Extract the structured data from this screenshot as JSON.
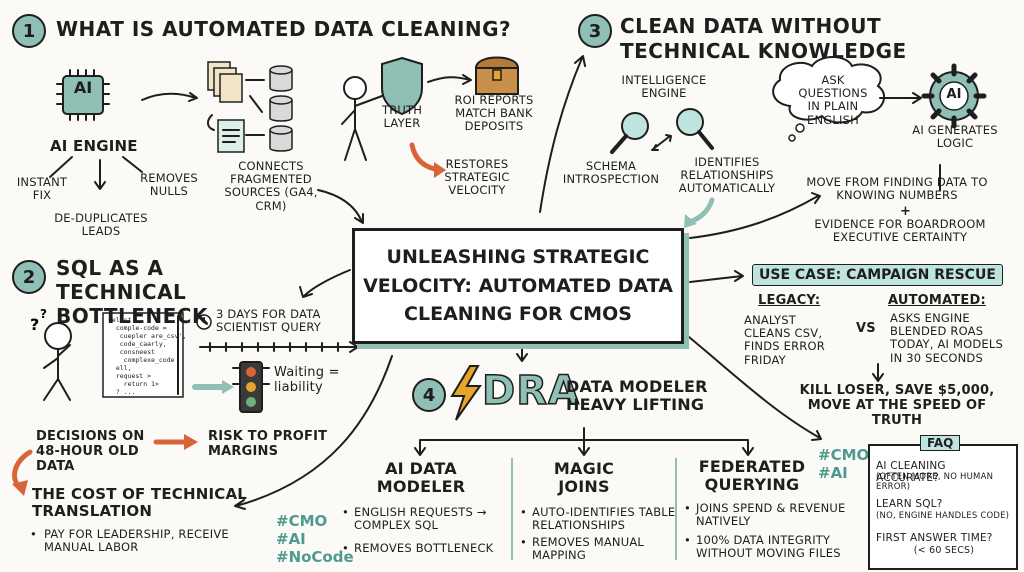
{
  "center": {
    "title": "Unleashing Strategic Velocity: Automated Data Cleaning for CMOs"
  },
  "s1": {
    "num": "1",
    "title": "What is Automated Data Cleaning?",
    "ai_chip": "AI",
    "ai_engine": "AI Engine",
    "instant_fix": "Instant Fix",
    "removes_nulls": "Removes Nulls",
    "dedupe": "De-duplicates Leads",
    "connects": "Connects Fragmented Sources (GA4, CRM)",
    "truth_layer": "Truth Layer",
    "roi": "ROI Reports Match Bank Deposits",
    "restores": "Restores Strategic Velocity"
  },
  "s2": {
    "num": "2",
    "title": "SQL as a Technical Bottleneck",
    "code": [
      "select",
      "  comple-code =",
      "   cuepler are_csv',",
      "   code_caarly,",
      "   consneest",
      "    complexe_code",
      "  ell,",
      "  request >",
      "    return 1>",
      "  ? ..."
    ],
    "days": "3 days for data scientist query",
    "waiting": "Waiting = liability",
    "decisions": "Decisions on 48-hour old data",
    "risk": "Risk to profit margins",
    "cost_title": "The Cost of Technical Translation",
    "cost_bullet": "Pay for leadership, receive manual labor"
  },
  "s3": {
    "num": "3",
    "title": "Clean Data Without Technical Knowledge",
    "intelligence": "Intelligence Engine",
    "schema": "Schema Introspection",
    "identifies": "Identifies Relationships Automatically",
    "ask": "Ask questions in plain English",
    "ai_gear": "AI",
    "ai_generates": "AI Generates Logic",
    "move": "Move from finding data to knowing numbers",
    "plus": "+",
    "evidence": "Evidence for boardroom executive certainty"
  },
  "usecase": {
    "title": "Use Case: Campaign Rescue",
    "legacy_h": "Legacy:",
    "legacy": "Analyst cleans CSV, finds error Friday",
    "vs": "VS",
    "auto_h": "Automated:",
    "auto": "Asks engine blended ROAS today, AI models in 30 seconds",
    "kill": "Kill loser, save $5,000, move at the speed of truth"
  },
  "s4": {
    "num": "4",
    "dra": "DRA",
    "title": "Data Modeler Heavy Lifting",
    "col1_title": "AI Data Modeler",
    "col1_b1": "English requests → complex SQL",
    "col1_b2": "Removes bottleneck",
    "col2_title": "Magic Joins",
    "col2_b1": "Auto-identifies table relationships",
    "col2_b2": "Removes manual mapping",
    "col3_title": "Federated Querying",
    "col3_b1": "Joins spend & revenue natively",
    "col3_b2": "100% data integrity without moving files"
  },
  "faq": {
    "tab": "FAQ",
    "q1": "AI cleaning accurate?",
    "a1": "(Often more, no human error)",
    "q2": "Learn SQL?",
    "a2": "(No, engine handles code)",
    "q3": "First answer time?",
    "a3": "(< 60 secs)"
  },
  "hashtags_left": [
    "#CMO",
    "#AI",
    "#NoCode"
  ],
  "hashtags_right": [
    "#CMO",
    "#AI"
  ],
  "colors": {
    "teal": "#8fbfb5",
    "teal_light": "#bfe3df",
    "hash": "#4f9a8e",
    "orange": "#d9643a",
    "gold": "#e6a42a"
  }
}
